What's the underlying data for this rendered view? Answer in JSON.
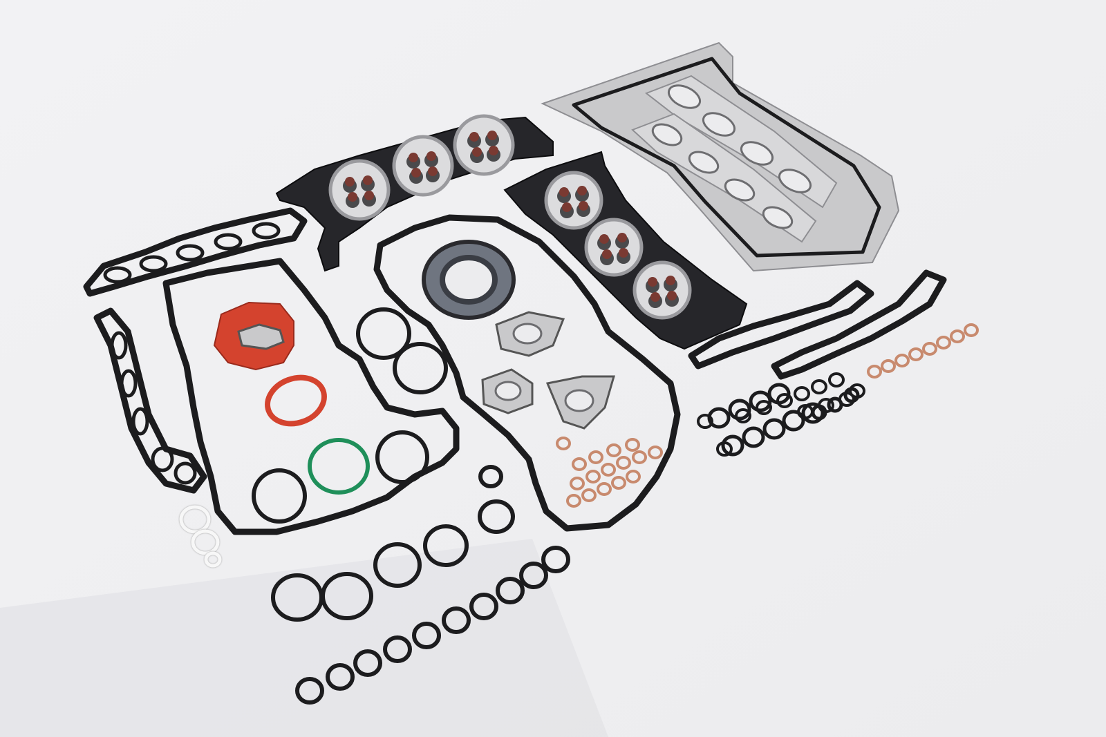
{
  "photo": {
    "subject_icon": "engine-gasket-kit-icon",
    "colors": {
      "background": "#ececee",
      "background_shadow": "#d8d8dc",
      "rubber_black": "#1c1c1e",
      "head_gasket": "#26262a",
      "steel": "#c9c9cb",
      "steel_edge": "#8e8e92",
      "valve_seal": "#7a3a32",
      "red_gasket": "#d4432e",
      "green_ring": "#1f8f5a",
      "copper": "#c88a6e",
      "white_ring": "#f7f7f7"
    },
    "parts": {
      "head_gaskets": 2,
      "valve_stem_seals": 24,
      "valve_cover_gaskets": 2,
      "intake_gaskets": 2,
      "exhaust_gaskets": 1,
      "manifold_gaskets": 4,
      "spark_tube_seals": 2,
      "crank_seal": 1,
      "red_gaskets": 2,
      "green_ring": 1,
      "o_rings": 44,
      "copper_washers": 24,
      "white_rings": 3
    }
  }
}
